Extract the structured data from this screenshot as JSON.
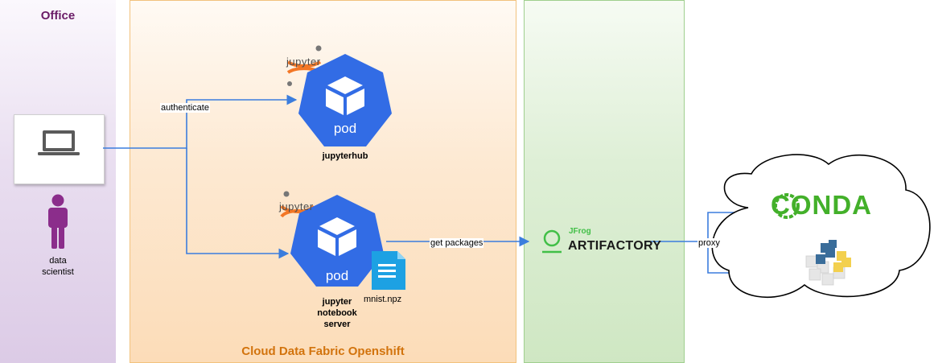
{
  "zones": {
    "office": "Office",
    "cdf": "Cloud Data Fabric Openshift"
  },
  "user": {
    "label_line1": "data",
    "label_line2": "scientist"
  },
  "edges": {
    "authenticate": "authenticate",
    "get_packages": "get packages",
    "proxy": "proxy"
  },
  "pods": {
    "hub": {
      "badge": "pod",
      "logo": "jupyter",
      "name": "jupyterhub"
    },
    "server": {
      "badge": "pod",
      "logo": "jupyter",
      "name_line1": "jupyter",
      "name_line2": "notebook",
      "name_line3": "server"
    }
  },
  "file": {
    "name": "mnist.npz"
  },
  "artifactory": {
    "brand": "JFrog",
    "name": "ARTIFACTORY"
  },
  "conda": {
    "name": "CONDA"
  },
  "colors": {
    "pod_blue": "#326ce5",
    "arrow_blue": "#3b7ddd",
    "conda_green": "#43b02a",
    "jfrog_green": "#41bf47",
    "jupyter_orange": "#f37726"
  }
}
